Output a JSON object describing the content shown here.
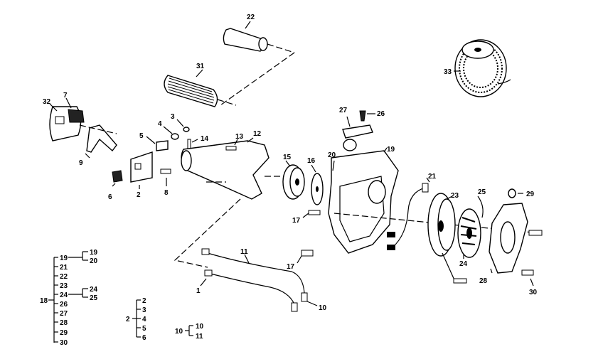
{
  "callouts": {
    "c1": "1",
    "c2": "2",
    "c3": "3",
    "c4": "4",
    "c5": "5",
    "c6": "6",
    "c7": "7",
    "c8": "8",
    "c9": "9",
    "c10": "10",
    "c11": "11",
    "c12": "12",
    "c13": "13",
    "c14": "14",
    "c15": "15",
    "c16": "16",
    "c17a": "17",
    "c17b": "17",
    "c19": "19",
    "c20": "20",
    "c21": "21",
    "c22": "22",
    "c23": "23",
    "c24": "24",
    "c25": "25",
    "c26": "26",
    "c27": "27",
    "c28": "28",
    "c29": "29",
    "c30": "30",
    "c31": "31",
    "c32": "32",
    "c33": "33"
  },
  "assemblies": {
    "group18": {
      "parent": "18",
      "items": [
        "19",
        "21",
        "22",
        "23",
        "24",
        "26",
        "27",
        "28",
        "29",
        "30"
      ],
      "sub19": [
        "19",
        "20"
      ],
      "sub24": [
        "24",
        "25"
      ]
    },
    "group2": {
      "parent": "2",
      "items": [
        "2",
        "3",
        "4",
        "5",
        "6"
      ]
    },
    "group10": {
      "parent": "10",
      "items": [
        "10",
        "11"
      ]
    }
  }
}
